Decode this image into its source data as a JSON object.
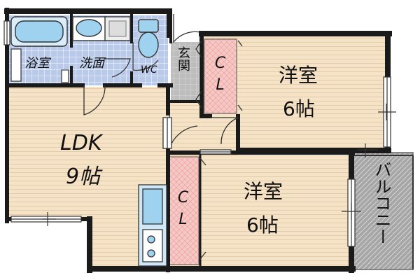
{
  "rooms": {
    "ldk": {
      "name": "LDK",
      "size": "9帖"
    },
    "western1": {
      "name": "洋室",
      "size": "6帖"
    },
    "western2": {
      "name": "洋室",
      "size": "6帖"
    },
    "bath": {
      "name": "浴室"
    },
    "washroom": {
      "name": "洗面"
    },
    "wc": {
      "name": "WC"
    },
    "entrance": {
      "name": "玄関"
    },
    "closet1": {
      "name": "CL"
    },
    "closet2": {
      "name": "CL"
    },
    "balcony": {
      "name": "バルコニー"
    }
  },
  "colors": {
    "floor": "#f5e3c8",
    "floor_line": "#e8cfae",
    "tile": "#b8c9ea",
    "closet": "#f7c9c6",
    "entrance": "#bdbdbd",
    "balcony": "#a6a6a6",
    "wall": "#1a1a1a"
  }
}
